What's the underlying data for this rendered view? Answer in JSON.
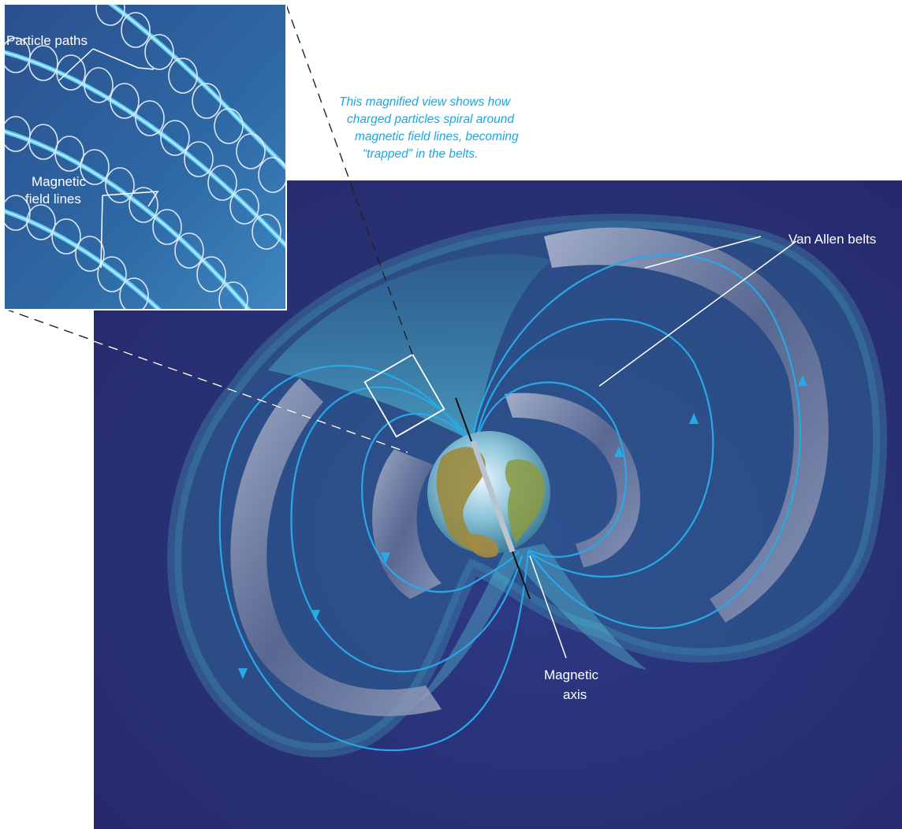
{
  "caption": {
    "lines": [
      "This magnified view shows how",
      "charged particles spiral around",
      "magnetic field lines, becoming",
      "“trapped” in the belts."
    ]
  },
  "inset": {
    "label_particle_paths": "Particle paths",
    "label_field_lines_1": "Magnetic",
    "label_field_lines_2": "field lines"
  },
  "main": {
    "label_van_allen": "Van Allen belts",
    "label_axis_1": "Magnetic",
    "label_axis_2": "axis"
  },
  "colors": {
    "space": "#2a2f74",
    "field_line": "#29a8e8",
    "caption": "#1aa6e0",
    "label": "#ffffff"
  }
}
